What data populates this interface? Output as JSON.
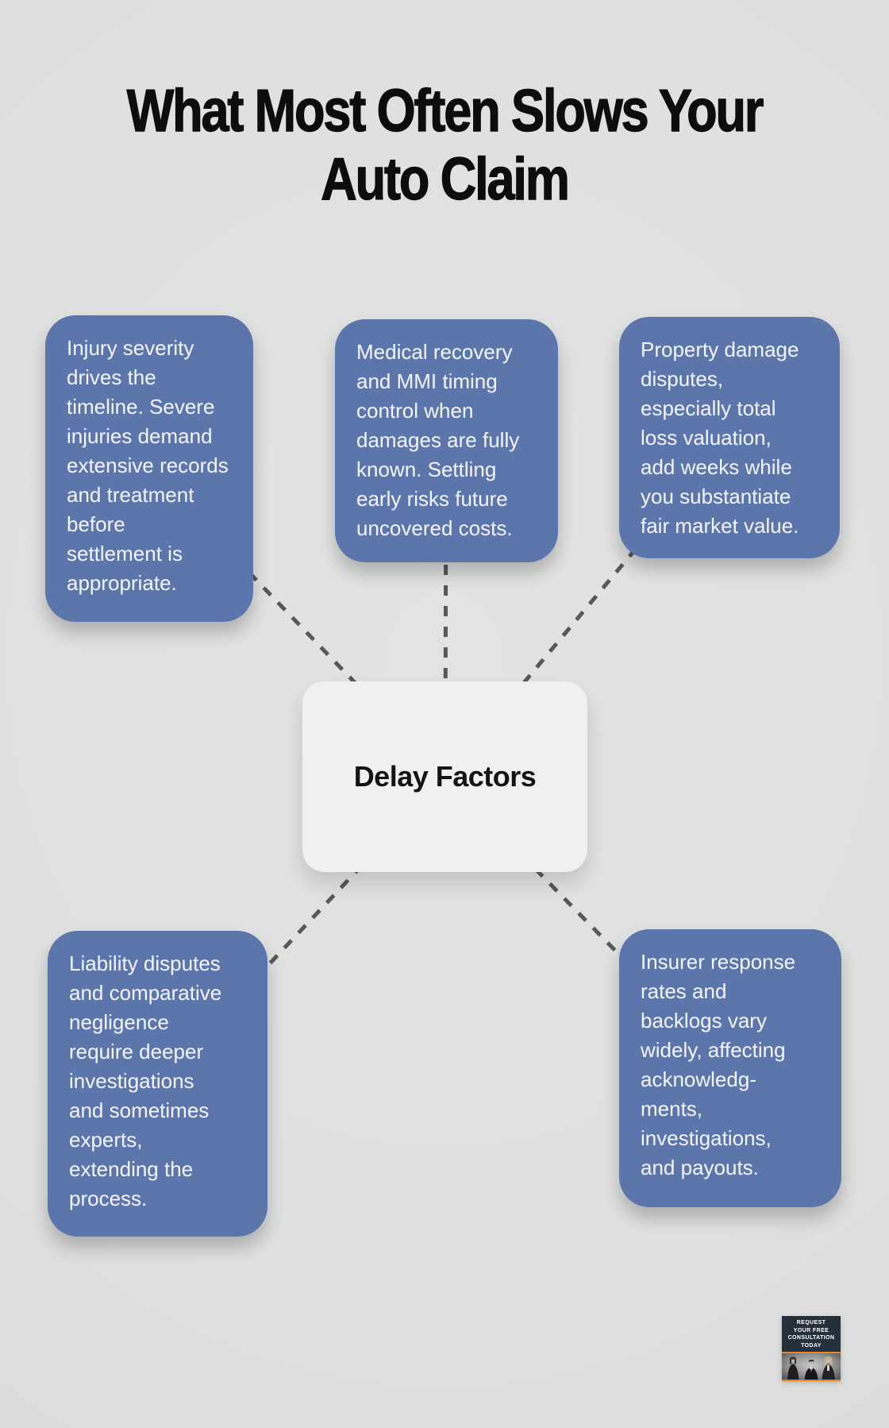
{
  "title": {
    "text": "What Most Often Slows Your\nAuto Claim"
  },
  "center_node": {
    "label": "Delay Factors"
  },
  "factors": [
    {
      "name": "injury-severity",
      "text": "Injury severity\ndrives the\ntimeline. Severe\ninjuries demand\nextensive records\nand treatment\nbefore\nsettlement is\nappropriate."
    },
    {
      "name": "medical-recovery",
      "text": "Medical recovery\nand MMI timing\ncontrol when\ndamages are fully\nknown. Settling\nearly risks future\nuncovered costs."
    },
    {
      "name": "property-damage",
      "text": "Property damage\ndisputes,\nespecially total\nloss valuation,\nadd weeks while\nyou substantiate\nfair market value."
    },
    {
      "name": "liability-disputes",
      "text": "Liability disputes\nand comparative\nnegligence\nrequire deeper\ninvestigations\nand sometimes\nexperts,\nextending the\nprocess."
    },
    {
      "name": "insurer-response",
      "text": "Insurer response\nrates and\nbacklogs vary\nwidely, affecting\nacknowledg-\nments,\ninvestigations,\nand payouts."
    }
  ],
  "badge": {
    "cta": "REQUEST\nYOUR FREE\nCONSULTATION\nTODAY"
  },
  "colors": {
    "background": "#dfe0e0",
    "factor_box": "#5c76ac",
    "factor_text": "#f3f5fb",
    "center_bg": "#eef0f2",
    "connector": "#57585a",
    "title_text": "#0d0d0d",
    "badge_navy": "#24313c",
    "badge_orange": "#e5862c"
  }
}
